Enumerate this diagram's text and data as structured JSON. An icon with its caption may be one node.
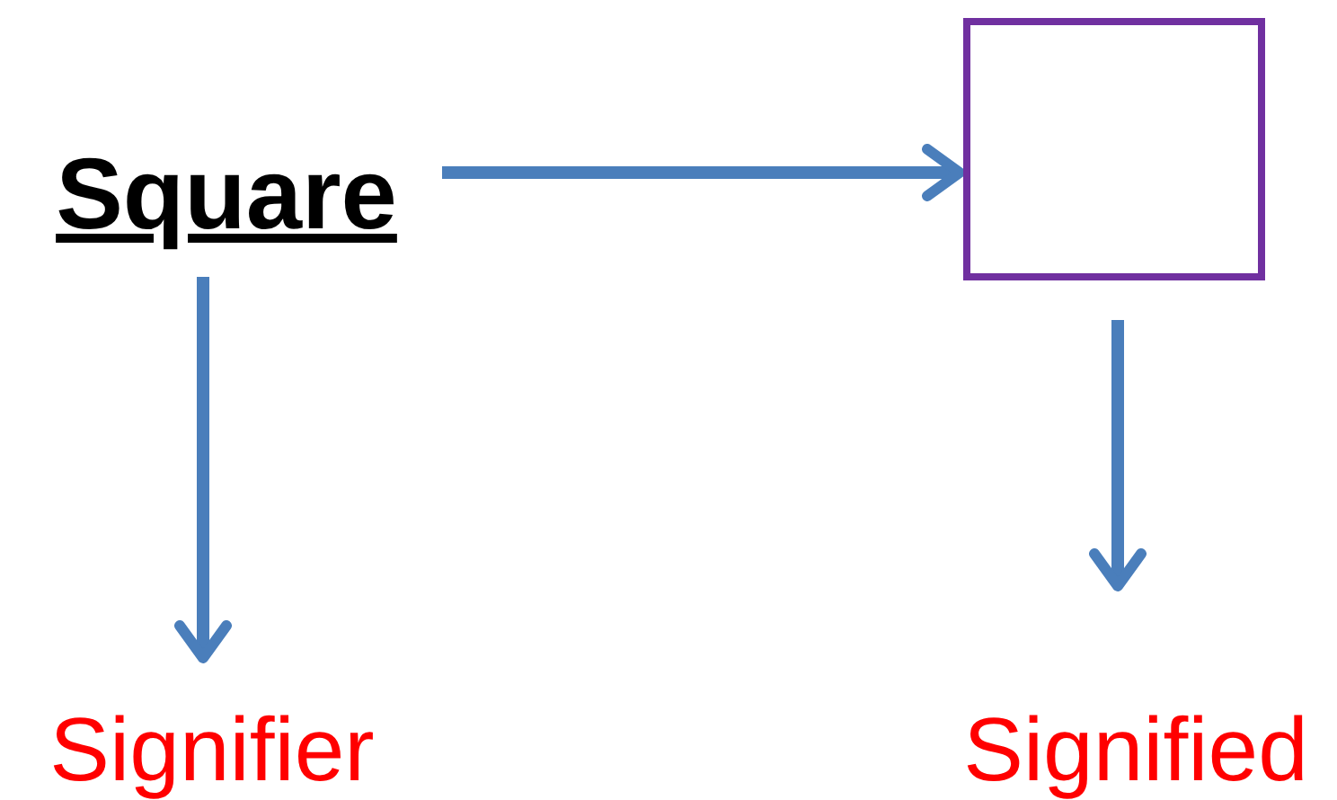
{
  "diagram": {
    "nodes": [
      {
        "text": [
          "Square"
        ]
      },
      {
        "text": [],
        "shape": "box"
      },
      {
        "text": [
          "Signifier"
        ]
      },
      {
        "text": [
          "Signified"
        ]
      }
    ],
    "edges": [
      {
        "from": 0,
        "to": 1,
        "arrow": "to"
      },
      {
        "from": 0,
        "to": 2,
        "arrow": "to"
      },
      {
        "from": 1,
        "to": 3,
        "arrow": "to"
      }
    ]
  }
}
